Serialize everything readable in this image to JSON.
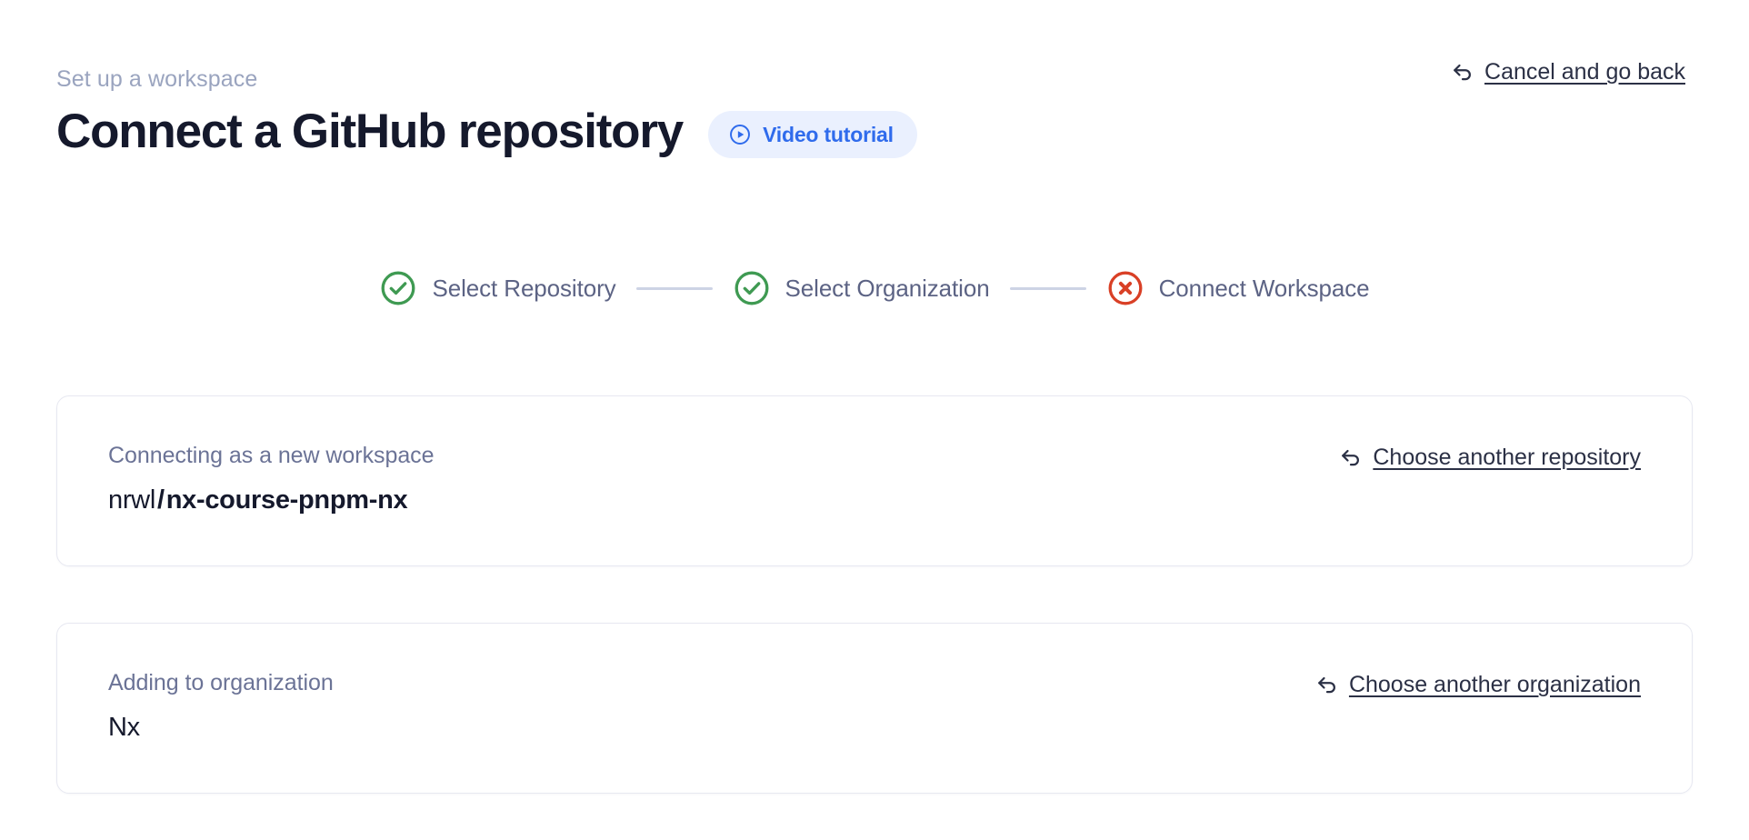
{
  "header": {
    "eyebrow": "Set up a workspace",
    "title": "Connect a GitHub repository",
    "video_badge_label": "Video tutorial",
    "video_badge_icon": "play-circle-icon",
    "cancel_label": "Cancel and go back",
    "cancel_icon": "back-arrow-icon",
    "accent_color": "#2f6bec",
    "badge_bg_color": "#eaf0fe"
  },
  "stepper": {
    "steps": [
      {
        "label": "Select Repository",
        "state": "complete",
        "icon": "check-circle-icon",
        "color": "#3f9a52"
      },
      {
        "label": "Select Organization",
        "state": "complete",
        "icon": "check-circle-icon",
        "color": "#3f9a52"
      },
      {
        "label": "Connect Workspace",
        "state": "error",
        "icon": "x-circle-icon",
        "color": "#d94026"
      }
    ],
    "connector_color": "#cdd3e5"
  },
  "cards": [
    {
      "caption": "Connecting as a new workspace",
      "owner": "nrwl",
      "separator": "/",
      "repo": "nx-course-pnpm-nx",
      "link_label": "Choose another repository",
      "link_icon": "back-arrow-icon"
    },
    {
      "caption": "Adding to organization",
      "value": "Nx",
      "link_label": "Choose another organization",
      "link_icon": "back-arrow-icon"
    }
  ]
}
